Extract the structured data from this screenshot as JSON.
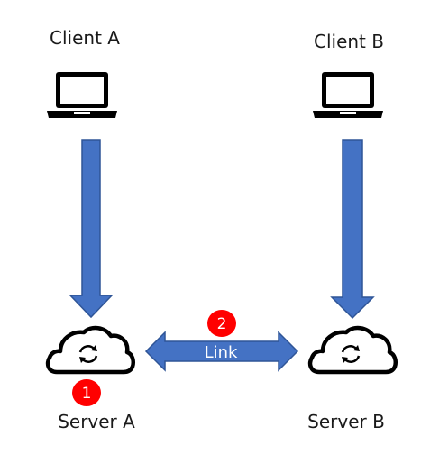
{
  "nodes": {
    "client_a": {
      "label": "Client A",
      "icon": "laptop-icon"
    },
    "client_b": {
      "label": "Client B",
      "icon": "laptop-icon"
    },
    "server_a": {
      "label": "Server A",
      "icon": "cloud-sync-icon"
    },
    "server_b": {
      "label": "Server B",
      "icon": "cloud-sync-icon"
    }
  },
  "link": {
    "label": "Link"
  },
  "badges": {
    "server_a": "1",
    "link": "2"
  },
  "colors": {
    "arrow_fill": "#4472C4",
    "arrow_stroke": "#2F5597",
    "badge_fill": "#FF0000",
    "icon_stroke": "#000000"
  }
}
